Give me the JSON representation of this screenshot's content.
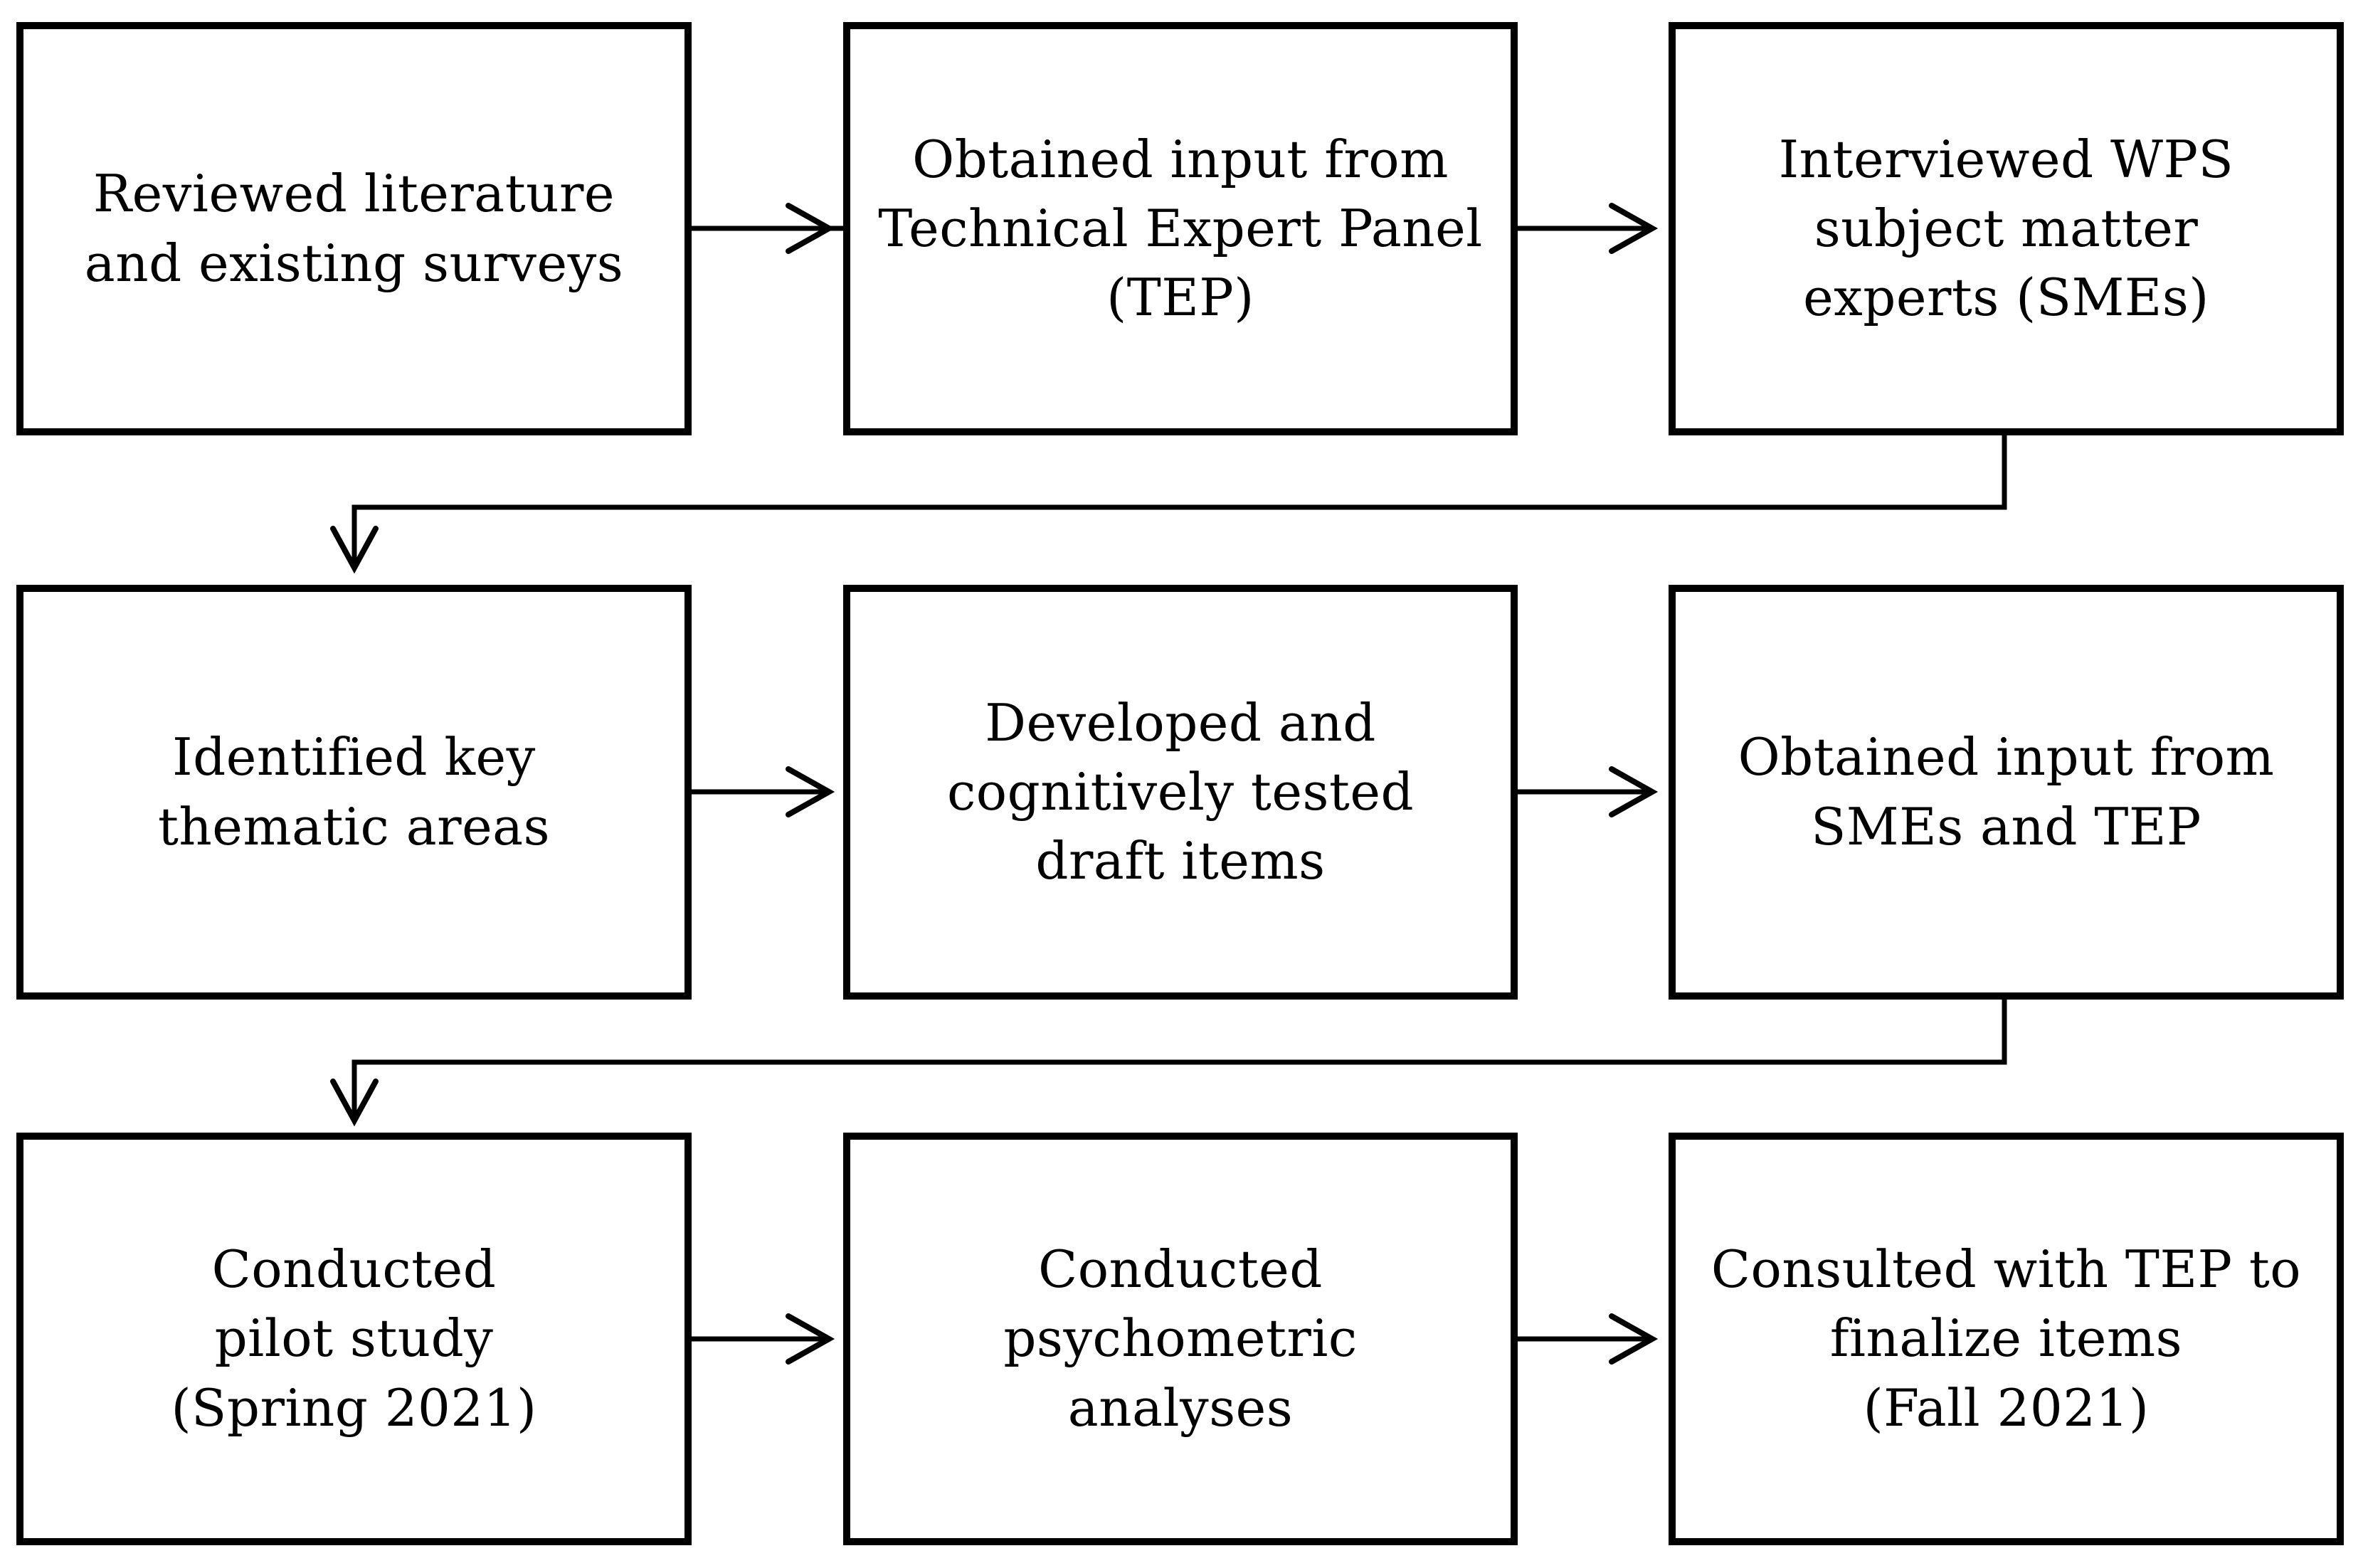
{
  "diagram": {
    "background_color": "#ffffff",
    "line_color": "#000000",
    "text_color": "#000000",
    "boxes": [
      {
        "id": "box-1",
        "row": 1,
        "col": 1,
        "label": "Reviewed literature\nand existing surveys"
      },
      {
        "id": "box-2",
        "row": 1,
        "col": 2,
        "label": "Obtained input from\nTechnical Expert Panel\n(TEP)"
      },
      {
        "id": "box-3",
        "row": 1,
        "col": 3,
        "label": "Interviewed WPS\nsubject matter\nexperts (SMEs)"
      },
      {
        "id": "box-4",
        "row": 2,
        "col": 1,
        "label": "Identified key\nthematic areas"
      },
      {
        "id": "box-5",
        "row": 2,
        "col": 2,
        "label": "Developed and\ncognitively tested\ndraft items"
      },
      {
        "id": "box-6",
        "row": 2,
        "col": 3,
        "label": "Obtained input from\nSMEs and TEP"
      },
      {
        "id": "box-7",
        "row": 3,
        "col": 1,
        "label": "Conducted\npilot study\n(Spring 2021)"
      },
      {
        "id": "box-8",
        "row": 3,
        "col": 2,
        "label": "Conducted\npsychometric\nanalyses"
      },
      {
        "id": "box-9",
        "row": 3,
        "col": 3,
        "label": "Consulted with TEP to\nfinalize items\n(Fall 2021)"
      }
    ],
    "connections": [
      {
        "from": "box-1",
        "to": "box-2",
        "style": "straight-right-arrow"
      },
      {
        "from": "box-2",
        "to": "box-3",
        "style": "straight-right-arrow"
      },
      {
        "from": "box-3",
        "to": "box-4",
        "style": "elbow-down-left-down-arrow"
      },
      {
        "from": "box-4",
        "to": "box-5",
        "style": "straight-right-arrow"
      },
      {
        "from": "box-5",
        "to": "box-6",
        "style": "straight-right-arrow"
      },
      {
        "from": "box-6",
        "to": "box-7",
        "style": "elbow-down-left-down-arrow"
      },
      {
        "from": "box-7",
        "to": "box-8",
        "style": "straight-right-arrow"
      },
      {
        "from": "box-8",
        "to": "box-9",
        "style": "straight-right-arrow"
      }
    ]
  }
}
